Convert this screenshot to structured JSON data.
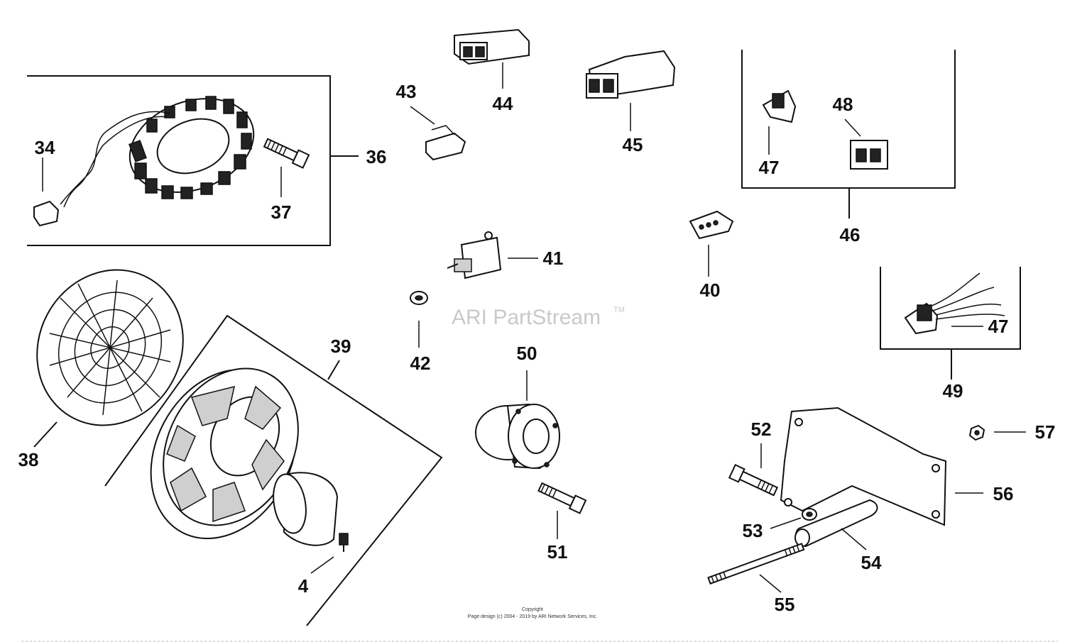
{
  "watermark": {
    "text": "ARI PartStream",
    "tm": "TM"
  },
  "copyright": {
    "line1": "Copyright",
    "line2": "Page design (c) 2004 - 2019 by ARI Network Services, Inc."
  },
  "callouts": {
    "c34": "34",
    "c36": "36",
    "c37": "37",
    "c38": "38",
    "c39": "39",
    "c4": "4",
    "c40": "40",
    "c41": "41",
    "c42": "42",
    "c43": "43",
    "c44": "44",
    "c45": "45",
    "c46": "46",
    "c47a": "47",
    "c47b": "47",
    "c48": "48",
    "c49": "49",
    "c50": "50",
    "c51": "51",
    "c52": "52",
    "c53": "53",
    "c54": "54",
    "c55": "55",
    "c56": "56",
    "c57": "57"
  }
}
